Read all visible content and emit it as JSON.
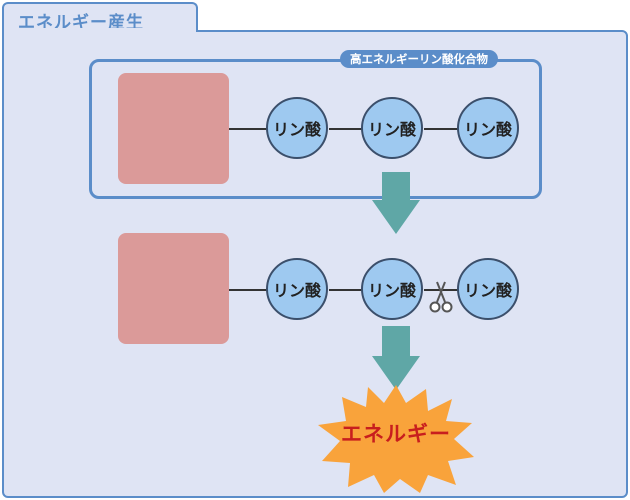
{
  "tab": {
    "label": "エネルギー産生"
  },
  "group": {
    "label": "高エネルギーリン酸化合物"
  },
  "rows": [
    {
      "phosphates": [
        "リン酸",
        "リン酸",
        "リン酸"
      ]
    },
    {
      "phosphates": [
        "リン酸",
        "リン酸",
        "リン酸"
      ]
    }
  ],
  "energy": {
    "label": "エネルギー"
  },
  "colors": {
    "frame": "#5b8dc9",
    "background": "#dfe4f4",
    "block": "#db9a99",
    "phosphate": "#9ec9f0",
    "arrow": "#5fa7a6",
    "burst": "#f9a33b",
    "energy_text": "#c81e1e"
  },
  "icons": {
    "cleave": "scissors-icon"
  }
}
